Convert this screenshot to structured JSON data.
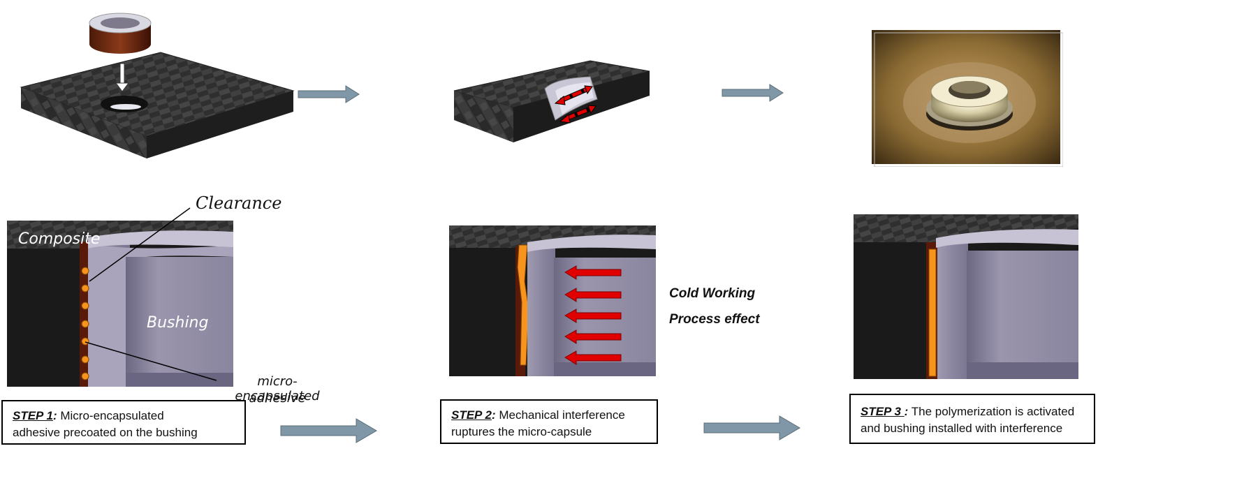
{
  "labels": {
    "clearance": "Clearance",
    "composite": "Composite",
    "bushing": "Bushing",
    "micro_line1": "micro-encapsulated",
    "micro_line2": "adhesive",
    "cold_line1": "Cold Working",
    "cold_line2": "Process effect"
  },
  "steps": [
    {
      "label": "STEP 1",
      "colon": ":",
      "text_line1": " Micro-encapsulated",
      "text_line2": "adhesive precoated on the bushing"
    },
    {
      "label": "STEP 2",
      "colon": ":",
      "text_line1": " Mechanical interference",
      "text_line2": "ruptures the micro-capsule"
    },
    {
      "label": "STEP 3 ",
      "colon": ":",
      "text_line1": " The polymerization is activated",
      "text_line2": "and bushing installed with interference"
    }
  ],
  "icons": [
    "flow-arrow-icon",
    "insert-arrow-icon",
    "interference-arrow-icon",
    "compression-arrow-icon"
  ],
  "colors": {
    "flow_arrow": "#7f97a6",
    "composite": "#2b2b2b",
    "bushing": "#8a849c",
    "adhesive": "#f7941d",
    "interference_arrow": "#e00000"
  }
}
